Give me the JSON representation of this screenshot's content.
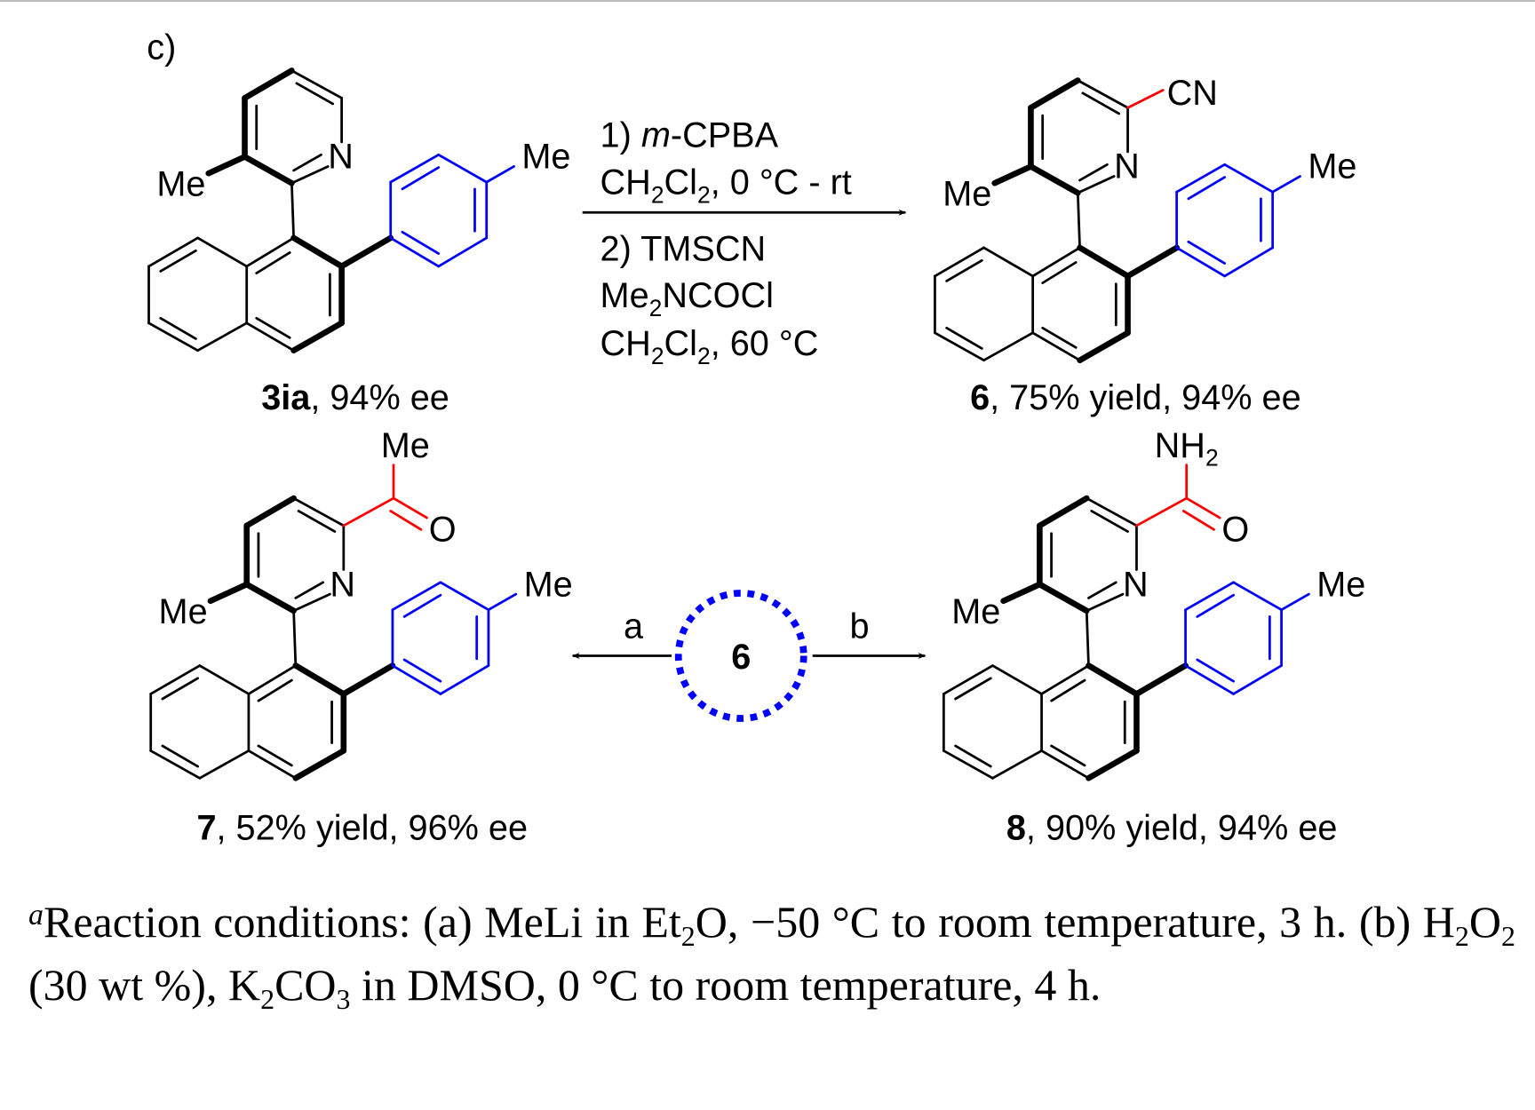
{
  "panel_label": "c)",
  "colors": {
    "substituent": "#ff0000",
    "tolyl": "#0000ff",
    "bond": "#000000"
  },
  "atoms": {
    "me": "Me",
    "n": "N",
    "cn": "CN",
    "o": "O",
    "nh": "NH",
    "sub2": "2"
  },
  "compounds": {
    "c3ia": {
      "id": "3ia",
      "desc": ", 94% ee"
    },
    "c6": {
      "id": "6",
      "desc": ", 75% yield, 94% ee"
    },
    "c7": {
      "id": "7",
      "desc": ", 52% yield, 96% ee"
    },
    "c8": {
      "id": "8",
      "desc": ", 90% yield, 94% ee"
    }
  },
  "conditions": {
    "step1_num": "1) ",
    "step1_italic": "m",
    "step1_reagent": "-CPBA",
    "line2_a": "CH",
    "line2_b": "2",
    "line2_c": "Cl",
    "line2_d": "2",
    "line2_e": ", 0 °C - rt",
    "step2": "2) TMSCN",
    "line4_a": "Me",
    "line4_b": "2",
    "line4_c": "NCOCl",
    "line5_a": "CH",
    "line5_b": "2",
    "line5_c": "Cl",
    "line5_d": "2",
    "line5_e": ", 60 °C"
  },
  "branch": {
    "center": "6",
    "left_label": "a",
    "right_label": "b"
  },
  "caption": {
    "sup": "a",
    "p1": "Reaction conditions: (a) MeLi in Et",
    "s1": "2",
    "p2": "O, −50 °C to room temperature, 3 h. (b) H",
    "s2": "2",
    "p3": "O",
    "s3": "2",
    "p4": " (30 wt %), K",
    "s4": "2",
    "p5": "CO",
    "s5": "3",
    "p6": " in DMSO, 0 °C to room temperature, 4 h."
  }
}
